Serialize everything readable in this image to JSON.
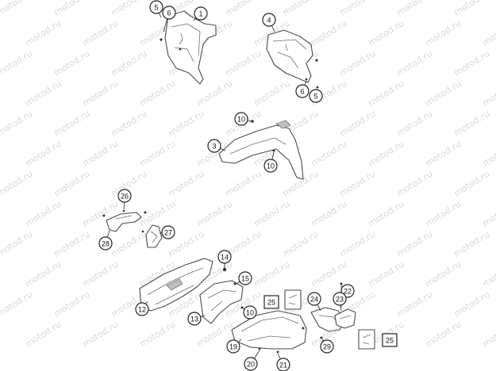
{
  "watermark": "motod.ru",
  "callouts": [
    {
      "id": "c1",
      "label": "1"
    },
    {
      "id": "c5a",
      "label": "5"
    },
    {
      "id": "c6a",
      "label": "6"
    },
    {
      "id": "c4",
      "label": "4"
    },
    {
      "id": "c6b",
      "label": "6"
    },
    {
      "id": "c5b",
      "label": "5"
    },
    {
      "id": "c10a",
      "label": "10"
    },
    {
      "id": "c3",
      "label": "3"
    },
    {
      "id": "c10b",
      "label": "10"
    },
    {
      "id": "c26",
      "label": "26"
    },
    {
      "id": "c28",
      "label": "28"
    },
    {
      "id": "c27",
      "label": "27"
    },
    {
      "id": "c14",
      "label": "14"
    },
    {
      "id": "c15",
      "label": "15"
    },
    {
      "id": "c12",
      "label": "12"
    },
    {
      "id": "c10c",
      "label": "10"
    },
    {
      "id": "c13",
      "label": "13"
    },
    {
      "id": "c19",
      "label": "19"
    },
    {
      "id": "c20",
      "label": "20"
    },
    {
      "id": "c21",
      "label": "21"
    },
    {
      "id": "c22",
      "label": "22"
    },
    {
      "id": "c24",
      "label": "24"
    },
    {
      "id": "c23",
      "label": "23"
    },
    {
      "id": "c29",
      "label": "29"
    },
    {
      "id": "c25a",
      "label": "25"
    },
    {
      "id": "c25b",
      "label": "25"
    }
  ]
}
